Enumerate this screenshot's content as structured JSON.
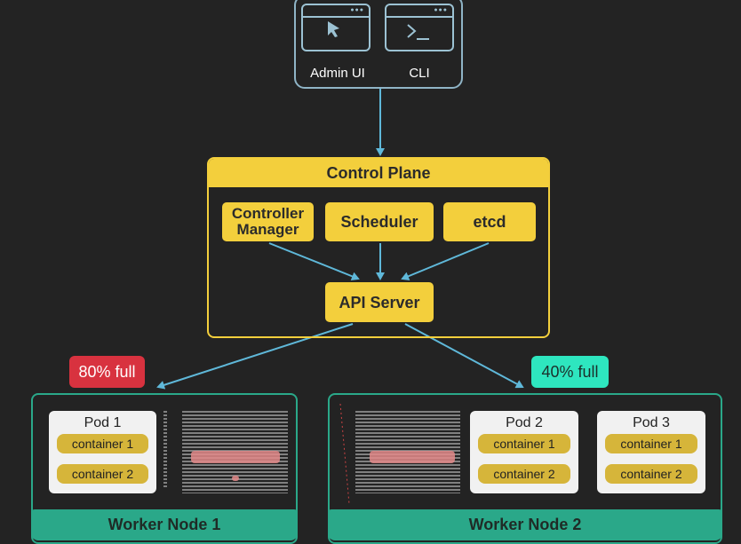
{
  "client": {
    "admin_label": "Admin UI",
    "cli_label": "CLI",
    "admin_icon": "cursor-arrow-icon",
    "cli_icon": "terminal-prompt-icon"
  },
  "control_plane": {
    "title": "Control Plane",
    "controller_manager": "Controller\nManager",
    "scheduler": "Scheduler",
    "etcd": "etcd",
    "api_server": "API Server"
  },
  "badges": {
    "node1": "80% full",
    "node2": "40% full"
  },
  "worker1": {
    "label": "Worker Node 1",
    "pods": [
      {
        "title": "Pod 1",
        "containers": [
          "container 1",
          "container 2"
        ]
      }
    ]
  },
  "worker2": {
    "label": "Worker Node 2",
    "pods": [
      {
        "title": "Pod 2",
        "containers": [
          "container 1",
          "container 2"
        ]
      },
      {
        "title": "Pod 3",
        "containers": [
          "container 1",
          "container 2"
        ]
      }
    ]
  },
  "colors": {
    "background": "#232323",
    "control_plane": "#f3cf3c",
    "worker": "#2aa889",
    "arrow": "#5fb8d9",
    "badge_full": "#d8323f",
    "badge_ok": "#2ee6bf",
    "container": "#d6b53a"
  }
}
